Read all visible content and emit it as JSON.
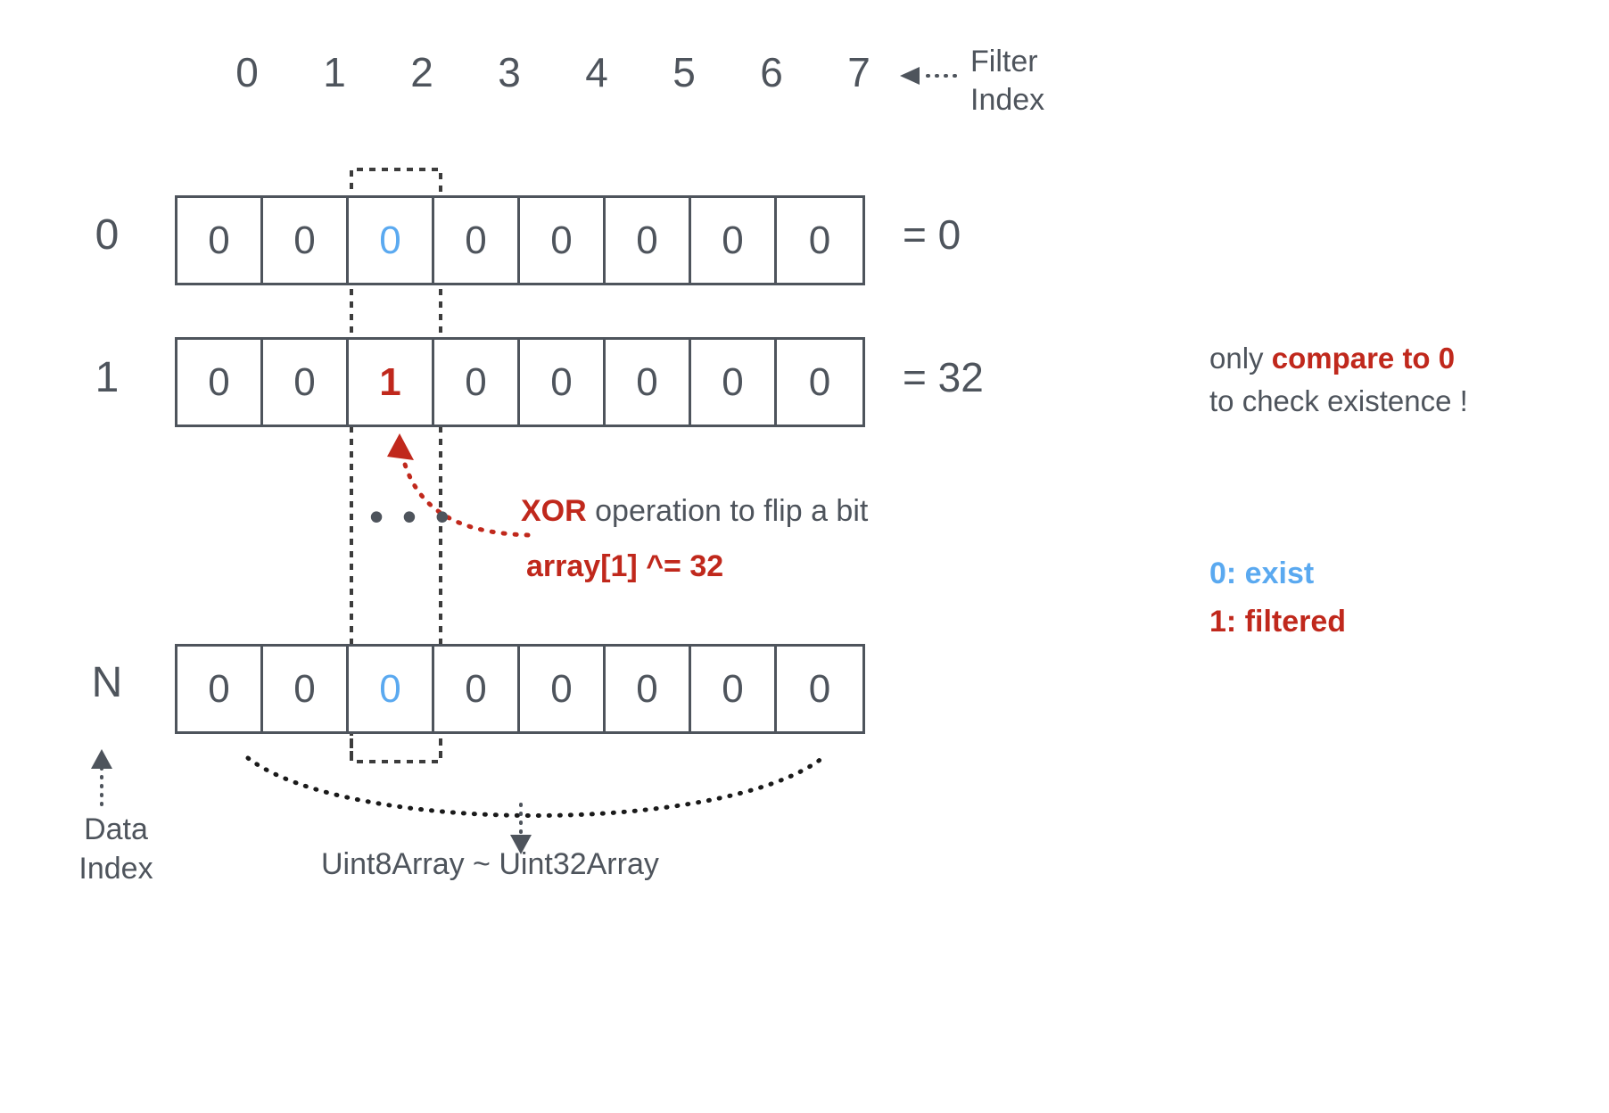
{
  "header": {
    "filter_indices": [
      "0",
      "1",
      "2",
      "3",
      "4",
      "5",
      "6",
      "7"
    ],
    "arrow_icon": "dotted-left-arrow-icon",
    "label_line1": "Filter",
    "label_line2": "Index"
  },
  "rows": [
    {
      "label": "0",
      "cells": [
        "0",
        "0",
        "0",
        "0",
        "0",
        "0",
        "0",
        "0"
      ],
      "highlight_index": 2,
      "highlight_color": "#5aa9f0",
      "equals": "= 0"
    },
    {
      "label": "1",
      "cells": [
        "0",
        "0",
        "1",
        "0",
        "0",
        "0",
        "0",
        "0"
      ],
      "highlight_index": 2,
      "highlight_color": "#c0281c",
      "equals": "= 32"
    },
    {
      "label": "N",
      "cells": [
        "0",
        "0",
        "0",
        "0",
        "0",
        "0",
        "0",
        "0"
      ],
      "highlight_index": 2,
      "highlight_color": "#5aa9f0",
      "equals": ""
    }
  ],
  "ellipsis": "• • •",
  "notes": {
    "compare_prefix": "only ",
    "compare_hot": "compare to 0",
    "compare_line2": "to check existence !"
  },
  "xor": {
    "keyword": "XOR",
    "text": " operation to flip a bit",
    "code": "array[1] ^= 32",
    "arrow_icon": "curved-dotted-arrow-icon"
  },
  "legend": {
    "exist": "0: exist",
    "filtered": "1: filtered"
  },
  "bottom": {
    "data_index_line1": "Data",
    "data_index_line2": "Index",
    "data_index_arrow_icon": "dotted-up-arrow-icon",
    "brace_icon": "dotted-brace-icon",
    "brace_arrow_icon": "dotted-down-arrow-icon",
    "array_types": "Uint8Array ~ Uint32Array"
  },
  "colors": {
    "ink": "#4e545c",
    "blue": "#5aa9f0",
    "red": "#c0281c"
  }
}
